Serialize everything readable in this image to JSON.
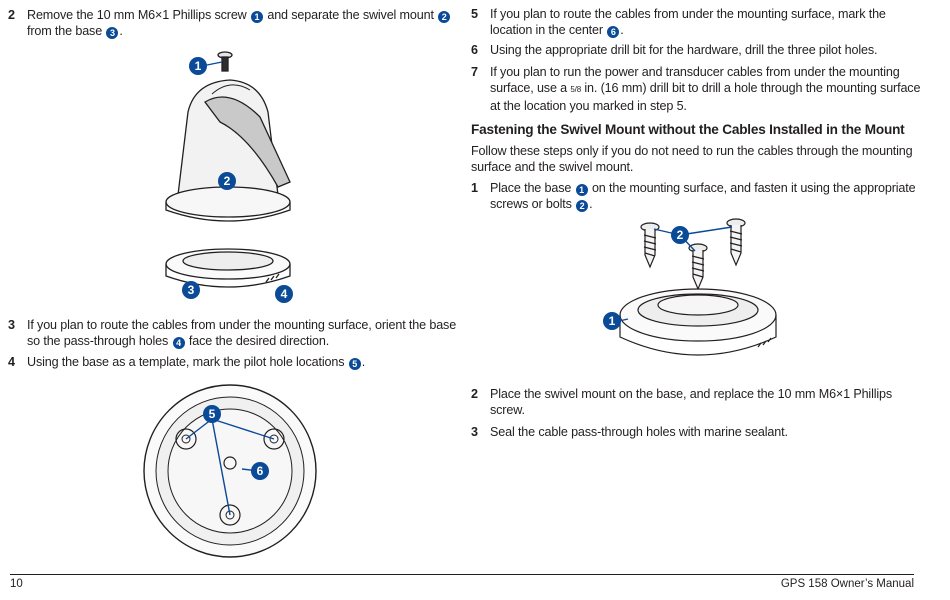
{
  "left": {
    "step2": {
      "num": "2",
      "line1": "Remove the 10 mm M6×1 Phillips screw",
      "c1": "1",
      "mid1": "and separate the swivel mount",
      "c2": "2",
      "line2a": "from the base",
      "c3": "3",
      "end": "."
    },
    "step3": {
      "num": "3",
      "line1": "If you plan to route the cables from under the mounting surface, orient the base",
      "line2a": "so the pass-through holes",
      "c4": "4",
      "line2b": "face the desired direction."
    },
    "step4": {
      "num": "4",
      "text": "Using the base as a template, mark the pilot hole locations",
      "c5": "5",
      "end": "."
    },
    "fig1_callouts": [
      "1",
      "2",
      "3",
      "4"
    ],
    "fig2_callouts": [
      "5",
      "6"
    ]
  },
  "right": {
    "step5": {
      "num": "5",
      "line1": "If you plan to route the cables from under the mounting surface, mark the",
      "line2": "location in the center",
      "c6": "6",
      "end": "."
    },
    "step6": {
      "num": "6",
      "text": "Using the appropriate drill bit for the hardware, drill the three pilot holes."
    },
    "step7": {
      "num": "7",
      "line1": "If you plan to run the power and transducer cables from under the mounting",
      "line2a": "surface, use a",
      "frac": "5/8",
      "line2b": "in. (16 mm) drill bit to drill a hole through the mounting surface",
      "line3": "at the location you marked in step 5."
    },
    "heading": "Fastening the Swivel Mount without the Cables Installed in the Mount",
    "intro1": "Follow these steps only if you do not need to run the cables through the mounting",
    "intro2": "surface and the swivel mount.",
    "stepB1": {
      "num": "1",
      "line1a": "Place the base",
      "c1": "1",
      "line1b": "on the mounting surface, and fasten it using the appropriate",
      "line2a": "screws or bolts",
      "c2": "2",
      "end": "."
    },
    "fig3_callouts": [
      "2",
      "1"
    ],
    "stepB2": {
      "num": "2",
      "line1": "Place the swivel mount on the base, and replace the 10 mm M6×1 Phillips",
      "line2": "screw."
    },
    "stepB3": {
      "num": "3",
      "text": "Seal the cable pass-through holes with marine sealant."
    }
  },
  "footer": {
    "page": "10",
    "title": "GPS 158 Owner’s Manual"
  }
}
